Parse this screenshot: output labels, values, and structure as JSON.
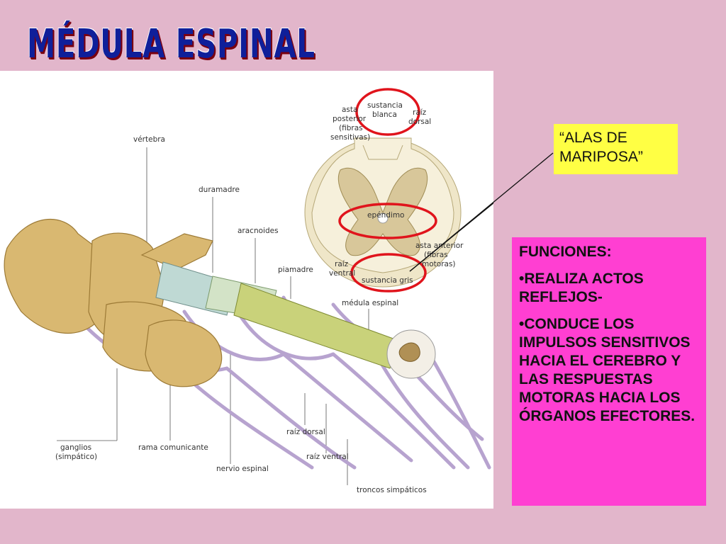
{
  "title": "MÉDULA ESPINAL",
  "callout": {
    "text": "“ALAS DE MARIPOSA”",
    "highlight_color": "#ffff44"
  },
  "functions": {
    "heading": "FUNCIONES:",
    "items": [
      "•REALIZA ACTOS REFLEJOS-",
      "•CONDUCE LOS IMPULSOS SENSITIVOS HACIA EL CEREBRO Y LAS RESPUESTAS MOTORAS HACIA LOS ÓRGANOS EFECTORES."
    ],
    "box_color": "#ff3fd2"
  },
  "diagram_labels": {
    "vertebra": "vértebra",
    "duramadre": "duramadre",
    "aracnoides": "aracnoides",
    "piamadre": "piamadre",
    "medula_espinal": "médula espinal",
    "raiz_dorsal": "raíz dorsal",
    "raiz_ventral": "raíz ventral",
    "nervio_espinal": "nervio espinal",
    "rama_comunicante": "rama comunicante",
    "ganglios_1": "ganglios",
    "ganglios_2": "(simpático)",
    "troncos_simpaticos": "troncos simpáticos",
    "cs_sustancia_1": "sustancia",
    "cs_sustancia_2": "blanca",
    "cs_asta_post_1": "asta",
    "cs_asta_post_2": "posterior",
    "cs_asta_post_3": "(fibras",
    "cs_asta_post_4": "sensitivas)",
    "cs_raiz_dorsal_1": "raíz",
    "cs_raiz_dorsal_2": "dorsal",
    "cs_ependimo": "epéndimo",
    "cs_asta_ant_1": "asta anterior",
    "cs_asta_ant_2": "(fibras",
    "cs_asta_ant_3": "motoras)",
    "cs_raiz_ventral_1": "raíz",
    "cs_raiz_ventral_2": "ventral",
    "cs_sustancia_gris": "sustancia gris"
  },
  "annotation_color": "#e0141c"
}
